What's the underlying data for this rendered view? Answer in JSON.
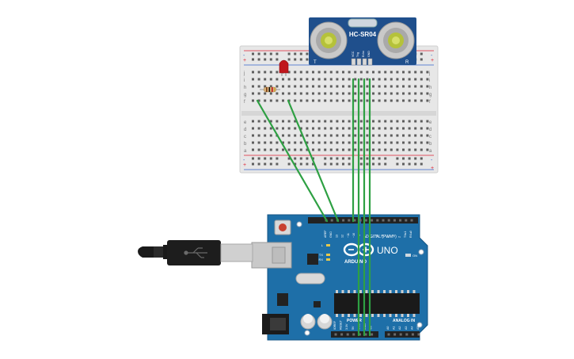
{
  "canvas": {
    "background": "#ffffff"
  },
  "sensor": {
    "label": "HC-SR04",
    "pins": [
      "VCC",
      "Trig",
      "Echo",
      "GND"
    ],
    "side_marks": [
      "T",
      "R"
    ],
    "color": "#1f4f8c"
  },
  "breadboard": {
    "row_labels_top": [
      "j",
      "i",
      "h",
      "g",
      "f"
    ],
    "row_labels_bottom": [
      "e",
      "d",
      "c",
      "b",
      "a"
    ],
    "plus": "+",
    "minus": "-"
  },
  "led": {
    "color": "#c0161c"
  },
  "arduino": {
    "brand": "ARDUINO",
    "model": "UNO",
    "digital_label": "DIGITAL (PWM~)",
    "power_label": "POWER",
    "analog_label": "ANALOG IN",
    "on_label": "ON",
    "l_label": "L",
    "tx_label": "TX",
    "rx_label": "RX",
    "top_pins": [
      "AREF",
      "GND",
      "13",
      "12",
      "~11",
      "~10",
      "~9",
      "8",
      "7",
      "~6",
      "~5",
      "4",
      "~3",
      "2",
      "TX▸1",
      "RX◂0"
    ],
    "power_pins": [
      "IOREF",
      "RESET",
      "3.3V",
      "5V",
      "GND",
      "GND",
      "Vin"
    ],
    "analog_pins": [
      "A0",
      "A1",
      "A2",
      "A3",
      "A4",
      "A5"
    ],
    "color": "#1e6fa8"
  },
  "wires": {
    "color": "#2ea043"
  }
}
